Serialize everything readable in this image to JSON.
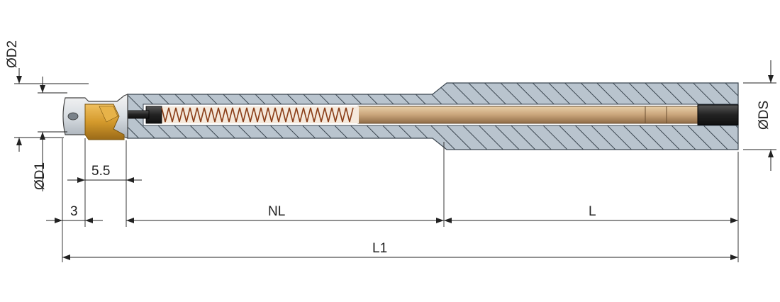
{
  "labels": {
    "d2": "ØD2",
    "d1": "ØD1",
    "ds": "ØDS",
    "dim_5_5": "5.5",
    "dim_3": "3",
    "nl": "NL",
    "l": "L",
    "l1": "L1"
  },
  "colors": {
    "body_fill": "#b9c4ce",
    "hatch": "#3b4650",
    "insert_gold": "#d49a2c",
    "rod_bronze": "#c9a47a",
    "spring": "#8a3d18",
    "screw_dark": "#2a2a2a",
    "dim_line": "#222222"
  }
}
